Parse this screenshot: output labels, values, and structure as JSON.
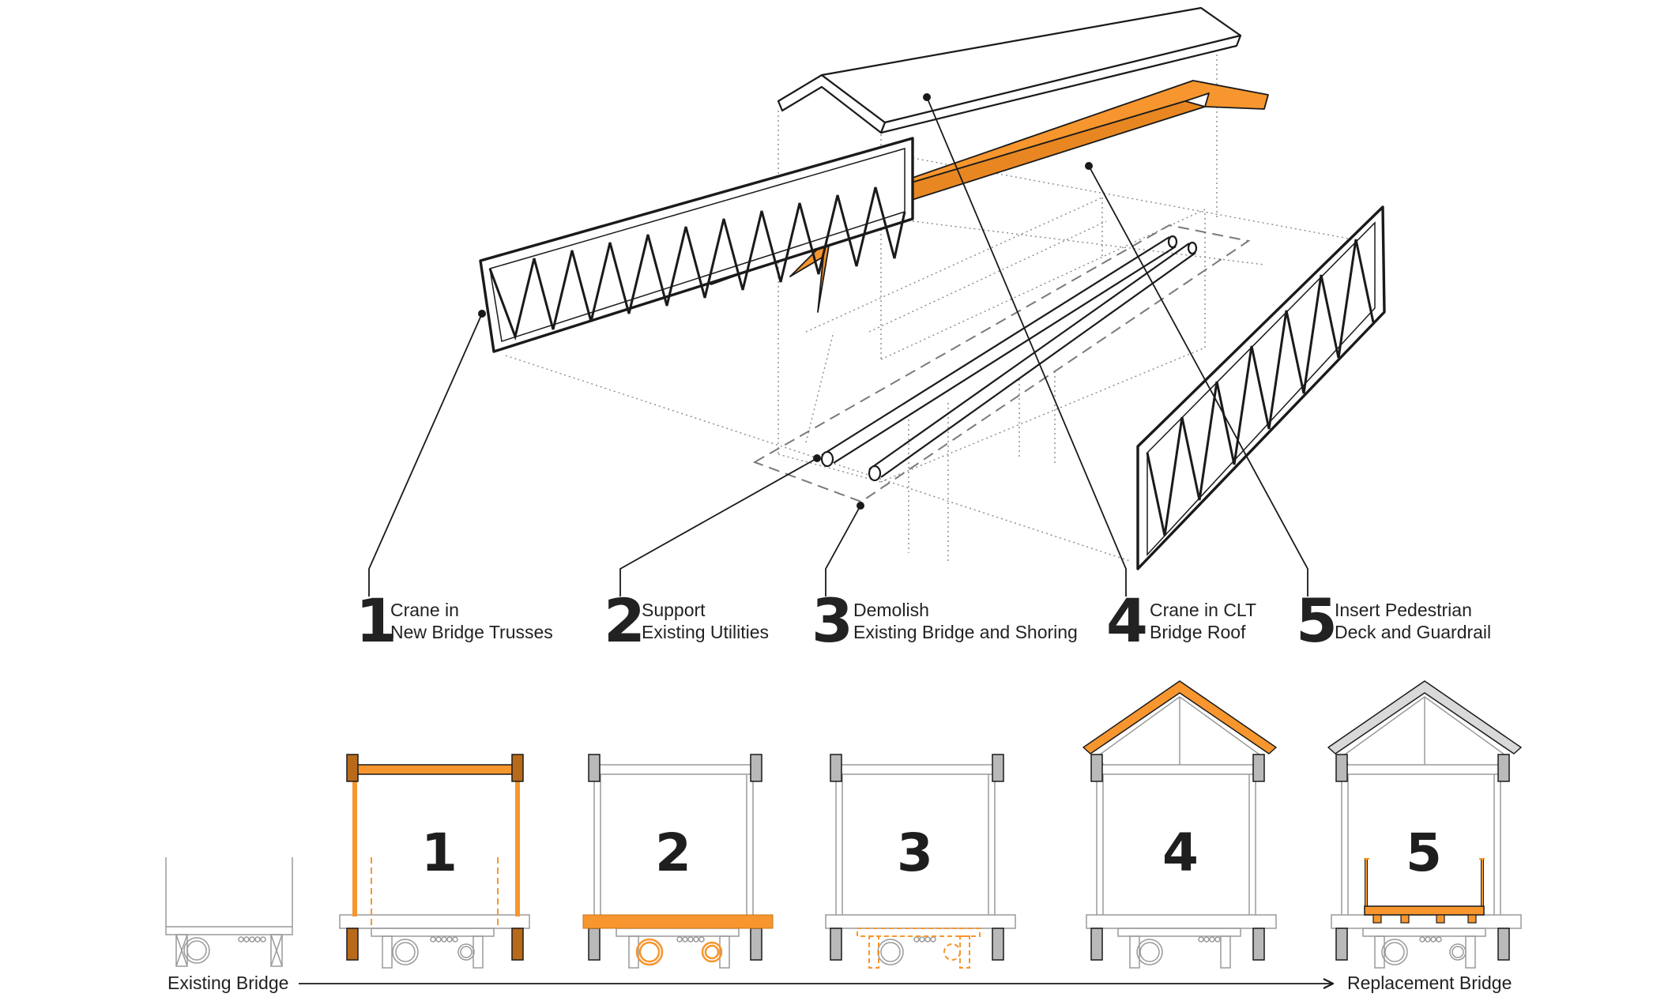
{
  "steps": [
    {
      "num": "1",
      "line1": "Crane in",
      "line2": "New Bridge Trusses"
    },
    {
      "num": "2",
      "line1": "Support",
      "line2": "Existing Utilities"
    },
    {
      "num": "3",
      "line1": "Demolish",
      "line2": "Existing Bridge and Shoring"
    },
    {
      "num": "4",
      "line1": "Crane in CLT",
      "line2": "Bridge Roof"
    },
    {
      "num": "5",
      "line1": "Insert Pedestrian",
      "line2": "Deck and Guardrail"
    }
  ],
  "panels": [
    "1",
    "2",
    "3",
    "4",
    "5"
  ],
  "sequence": {
    "start_label": "Existing Bridge",
    "end_label": "Replacement Bridge"
  },
  "colors": {
    "accent": "#F7962E",
    "line": "#1a1a1a",
    "support": "#b9b9b9",
    "construction": "#9a9a9a"
  }
}
